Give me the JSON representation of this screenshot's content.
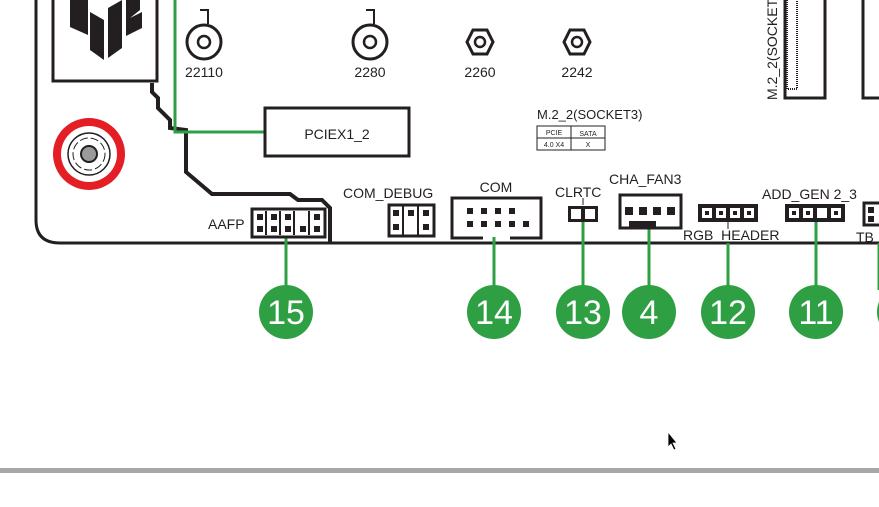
{
  "standoffs": [
    "22110",
    "2280",
    "2260",
    "2242"
  ],
  "slot_label": "PCIEX1_2",
  "m2_vertical_label": "M.2_2(SOCKET",
  "m2_info": {
    "title": "M.2_2(SOCKET3)",
    "headers": [
      "PCIE",
      "SATA"
    ],
    "values": [
      "4.0 X4",
      "X"
    ]
  },
  "connectors": {
    "aafp": "AAFP",
    "com_debug": "COM_DEBUG",
    "com": "COM",
    "clrtc": "CLRTC",
    "cha_fan3": "CHA_FAN3",
    "rgb_header": "RGB_HEADER",
    "add_gen": "ADD_GEN 2_3",
    "tb": "TB"
  },
  "callouts": [
    "15",
    "14",
    "13",
    "4",
    "12",
    "11"
  ],
  "colors": {
    "callout": "#2ea043",
    "screw_ring": "#e31e24",
    "line": "#231f20",
    "separator": "#a7a7a9"
  }
}
